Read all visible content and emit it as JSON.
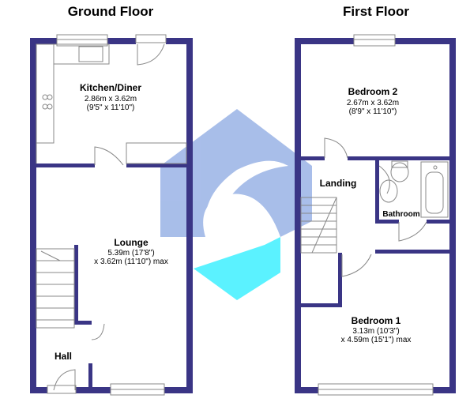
{
  "floors": {
    "ground": {
      "title": "Ground Floor",
      "kitchen": {
        "name": "Kitchen/Diner",
        "dim_metric": "2.86m x 3.62m",
        "dim_imperial": "(9'5\" x 11'10\")"
      },
      "lounge": {
        "name": "Lounge",
        "dim_line1": "5.39m (17'8\")",
        "dim_line2": "x 3.62m (11'10\") max"
      },
      "hall": {
        "name": "Hall"
      }
    },
    "first": {
      "title": "First Floor",
      "bedroom2": {
        "name": "Bedroom 2",
        "dim_metric": "2.67m x 3.62m",
        "dim_imperial": "(8'9\" x 11'10\")"
      },
      "landing": {
        "name": "Landing"
      },
      "bathroom": {
        "name": "Bathroom"
      },
      "bedroom1": {
        "name": "Bedroom 1",
        "dim_line1": "3.13m (10'3\")",
        "dim_line2": "x 4.59m (15'1\") max"
      }
    }
  },
  "colors": {
    "wall": "#3a3585",
    "logo_blue": "#9ab3e6",
    "logo_cyan": "#3ff0ff",
    "fixture": "#888888"
  }
}
